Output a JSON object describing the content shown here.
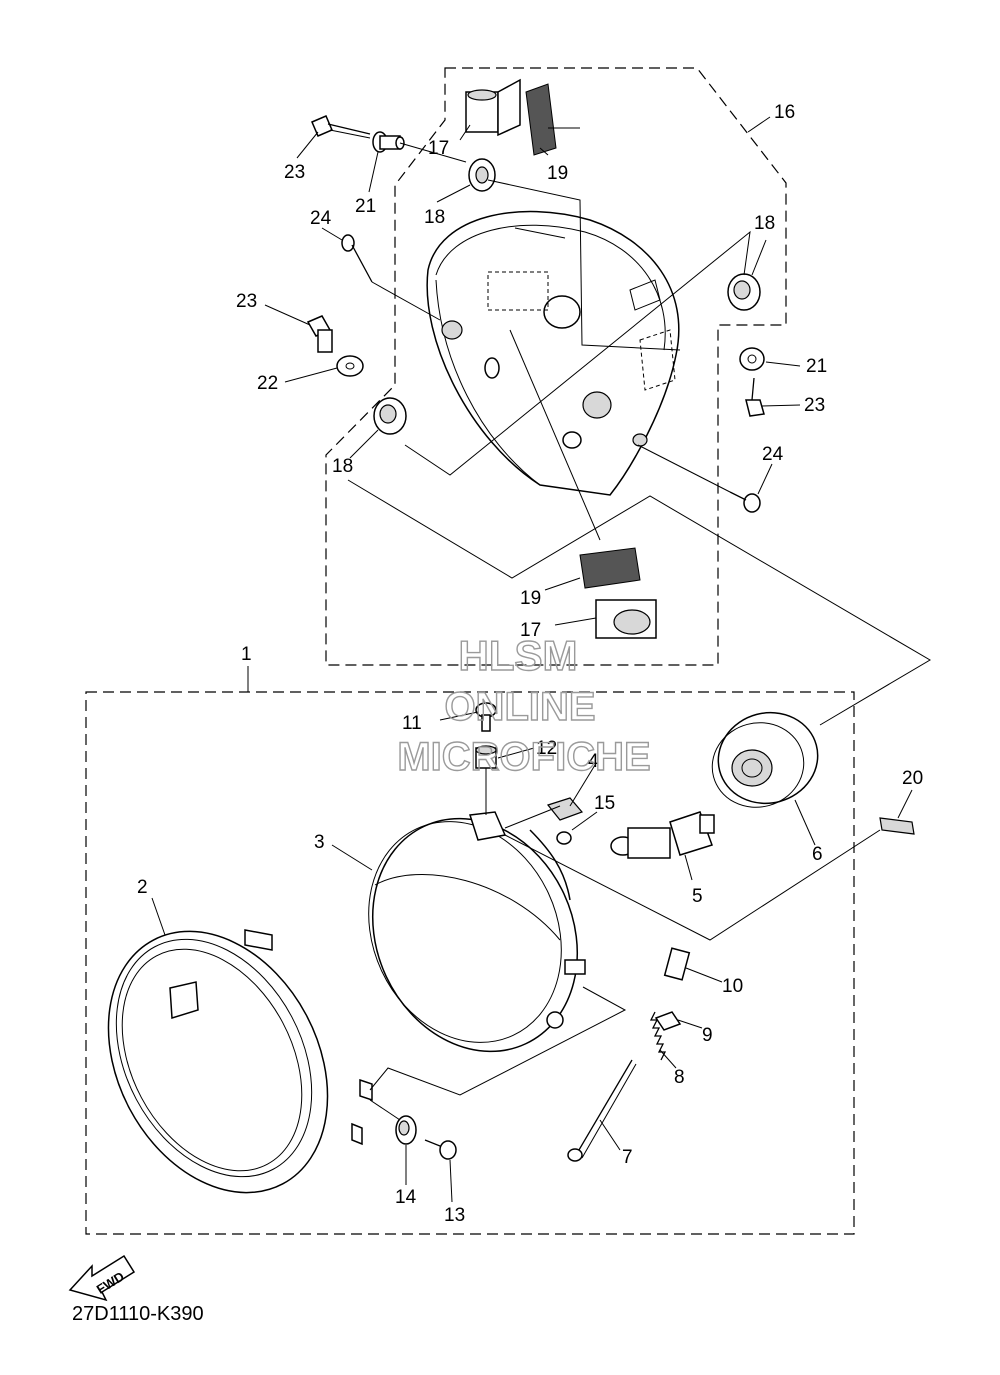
{
  "diagram": {
    "part_code": "27D1110-K390",
    "fwd_label": "FWD",
    "watermark": [
      "HLSM",
      "ONLINE",
      "MICROFICHE"
    ],
    "callouts": [
      {
        "id": "c1",
        "label": "1"
      },
      {
        "id": "c2",
        "label": "2"
      },
      {
        "id": "c3",
        "label": "3"
      },
      {
        "id": "c4",
        "label": "4"
      },
      {
        "id": "c5",
        "label": "5"
      },
      {
        "id": "c6",
        "label": "6"
      },
      {
        "id": "c7",
        "label": "7"
      },
      {
        "id": "c8",
        "label": "8"
      },
      {
        "id": "c9",
        "label": "9"
      },
      {
        "id": "c10",
        "label": "10"
      },
      {
        "id": "c11",
        "label": "11"
      },
      {
        "id": "c12",
        "label": "12"
      },
      {
        "id": "c13",
        "label": "13"
      },
      {
        "id": "c14",
        "label": "14"
      },
      {
        "id": "c15",
        "label": "15"
      },
      {
        "id": "c16",
        "label": "16"
      },
      {
        "id": "c17a",
        "label": "17"
      },
      {
        "id": "c17b",
        "label": "17"
      },
      {
        "id": "c18a",
        "label": "18"
      },
      {
        "id": "c18b",
        "label": "18"
      },
      {
        "id": "c18c",
        "label": "18"
      },
      {
        "id": "c19a",
        "label": "19"
      },
      {
        "id": "c19b",
        "label": "19"
      },
      {
        "id": "c20",
        "label": "20"
      },
      {
        "id": "c21a",
        "label": "21"
      },
      {
        "id": "c21b",
        "label": "21"
      },
      {
        "id": "c22",
        "label": "22"
      },
      {
        "id": "c23a",
        "label": "23"
      },
      {
        "id": "c23b",
        "label": "23"
      },
      {
        "id": "c23c",
        "label": "23"
      },
      {
        "id": "c24a",
        "label": "24"
      },
      {
        "id": "c24b",
        "label": "24"
      }
    ]
  }
}
